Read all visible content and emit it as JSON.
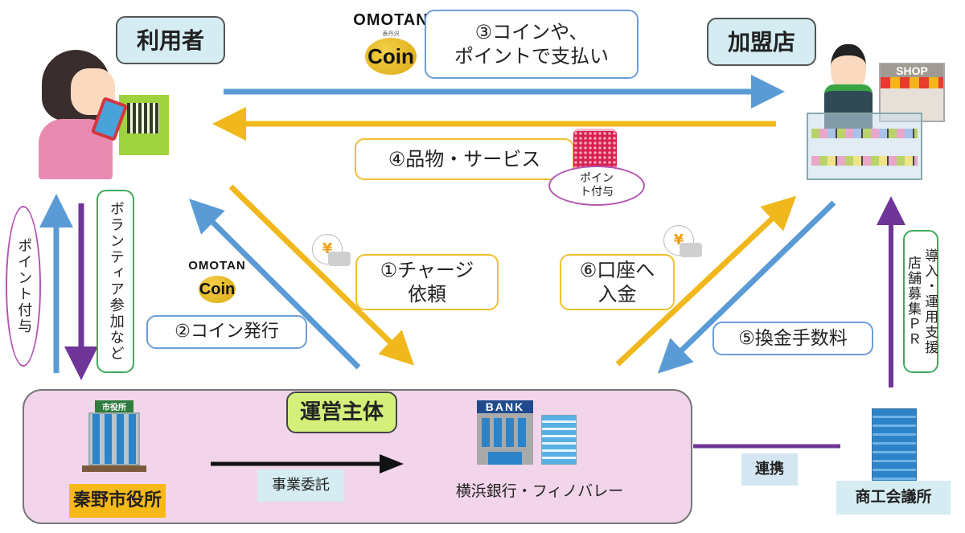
{
  "roles": {
    "user": "利用者",
    "merchant": "加盟店",
    "operator": "運営主体"
  },
  "coin_logo": {
    "brand": "OMOTAN",
    "subtitle": "表丹沢",
    "coin_text": "Coin"
  },
  "steps": {
    "step1": {
      "line1": "①チャージ",
      "line2": "依頼"
    },
    "step2": {
      "text": "②コイン発行"
    },
    "step3": {
      "line1": "③コインや、",
      "line2": "ポイントで支払い"
    },
    "step4": {
      "text": "④品物・サービス"
    },
    "step5": {
      "text": "⑤換金手数料"
    },
    "step6": {
      "line1": "⑥口座へ",
      "line2": "入金"
    }
  },
  "side_labels": {
    "point_grant_left": "ポイント付与",
    "volunteer": "ボランティア参加など",
    "point_grant_gift_line1": "ポイン",
    "point_grant_gift_line2": "ト付与",
    "support_col1": "導入・運用支援",
    "support_col2": "店舗募集ＰＲ"
  },
  "entities": {
    "city_hall_sign": "市役所",
    "city_hall": "秦野市役所",
    "commission": "事業委託",
    "bank_sign": "BANK",
    "bank": "横浜銀行・フィノバレー",
    "partnership": "連携",
    "chamber": "商工会議所",
    "shop_sign": "SHOP",
    "yen": "¥"
  },
  "colors": {
    "blue_arrow": "#5b9bd5",
    "yellow_arrow": "#f0b81c",
    "purple_arrow": "#6f3598",
    "operator_bg": "#f2d5ea",
    "role_bg": "#d4ecf2",
    "operator_label_bg": "#d4f07a",
    "city_label_bg": "#f7b917",
    "chamber_label_bg": "#d4ecf2"
  }
}
